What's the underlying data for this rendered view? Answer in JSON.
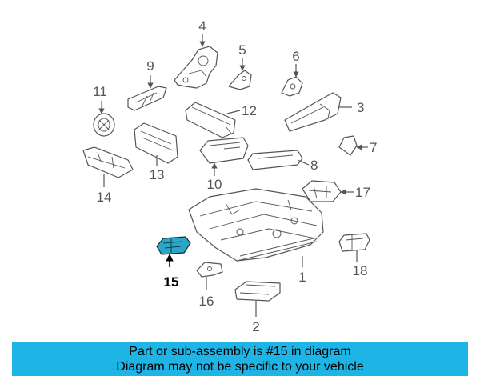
{
  "labels": {
    "p1": "1",
    "p2": "2",
    "p3": "3",
    "p4": "4",
    "p5": "5",
    "p6": "6",
    "p7": "7",
    "p8": "8",
    "p9": "9",
    "p10": "10",
    "p11": "11",
    "p12": "12",
    "p13": "13",
    "p14": "14",
    "p15": "15",
    "p16": "16",
    "p17": "17",
    "p18": "18"
  },
  "highlight": {
    "part": "15",
    "color": "#2aa7c6"
  },
  "banner": {
    "line1": "Part or sub-assembly is #15 in diagram",
    "line2": "Diagram may not be specific to your vehicle",
    "background": "#1eb4e6"
  }
}
